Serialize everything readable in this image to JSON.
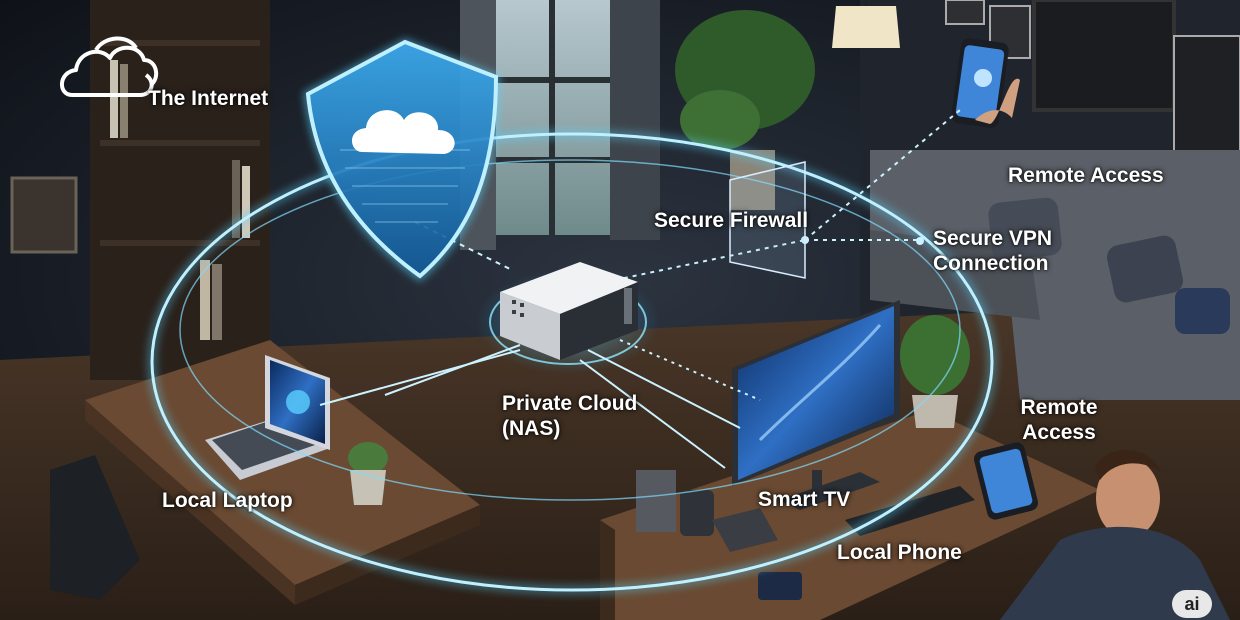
{
  "labels": {
    "internet": "The Internet",
    "firewall": "Secure Firewall",
    "vpn": "Secure VPN\nConnection",
    "remote_access_top": "Remote Access",
    "remote_access_right": "Remote\nAccess",
    "private_cloud": "Private Cloud\n(NAS)",
    "laptop": "Local Laptop",
    "tv": "Smart TV",
    "phone": "Local Phone"
  },
  "badge": "ai",
  "colors": {
    "glow": "#59d4ff",
    "shield": "#2a8fd6",
    "room_dark": "#14181f",
    "floor": "#3a2c22",
    "desk": "#5a3e2a",
    "sofa": "#5b6068"
  },
  "icons": [
    "cloud-icon",
    "shield-icon",
    "nas-device",
    "laptop",
    "smart-tv",
    "phone",
    "plant",
    "sofa",
    "window"
  ]
}
